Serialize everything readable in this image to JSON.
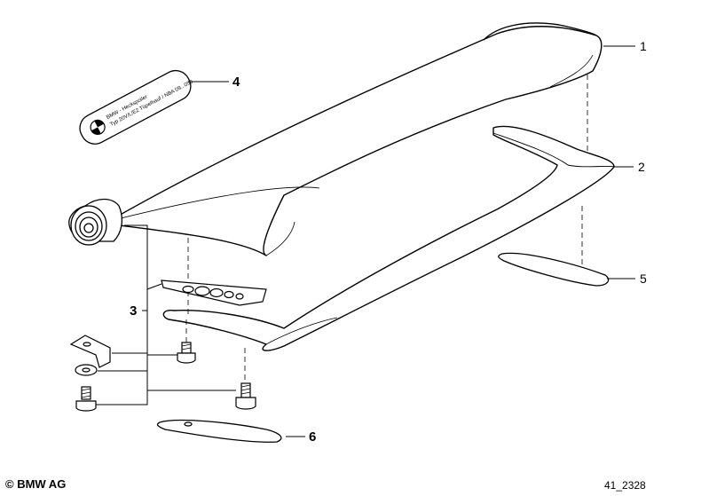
{
  "callouts": {
    "item1": "1",
    "item2": "2",
    "item3": "3",
    "item4": "4",
    "item5": "5",
    "item6": "6"
  },
  "plate": {
    "line1": "BMW - Heckspoiler",
    "line2": "Typ 20V/L/E2 Tüpelhauf / NBA 09...050"
  },
  "footer": {
    "copyright": "© BMW AG",
    "drawing_number": "41_2328"
  },
  "colors": {
    "line": "#000000",
    "background": "#ffffff",
    "shade": "#f2f2f2"
  }
}
